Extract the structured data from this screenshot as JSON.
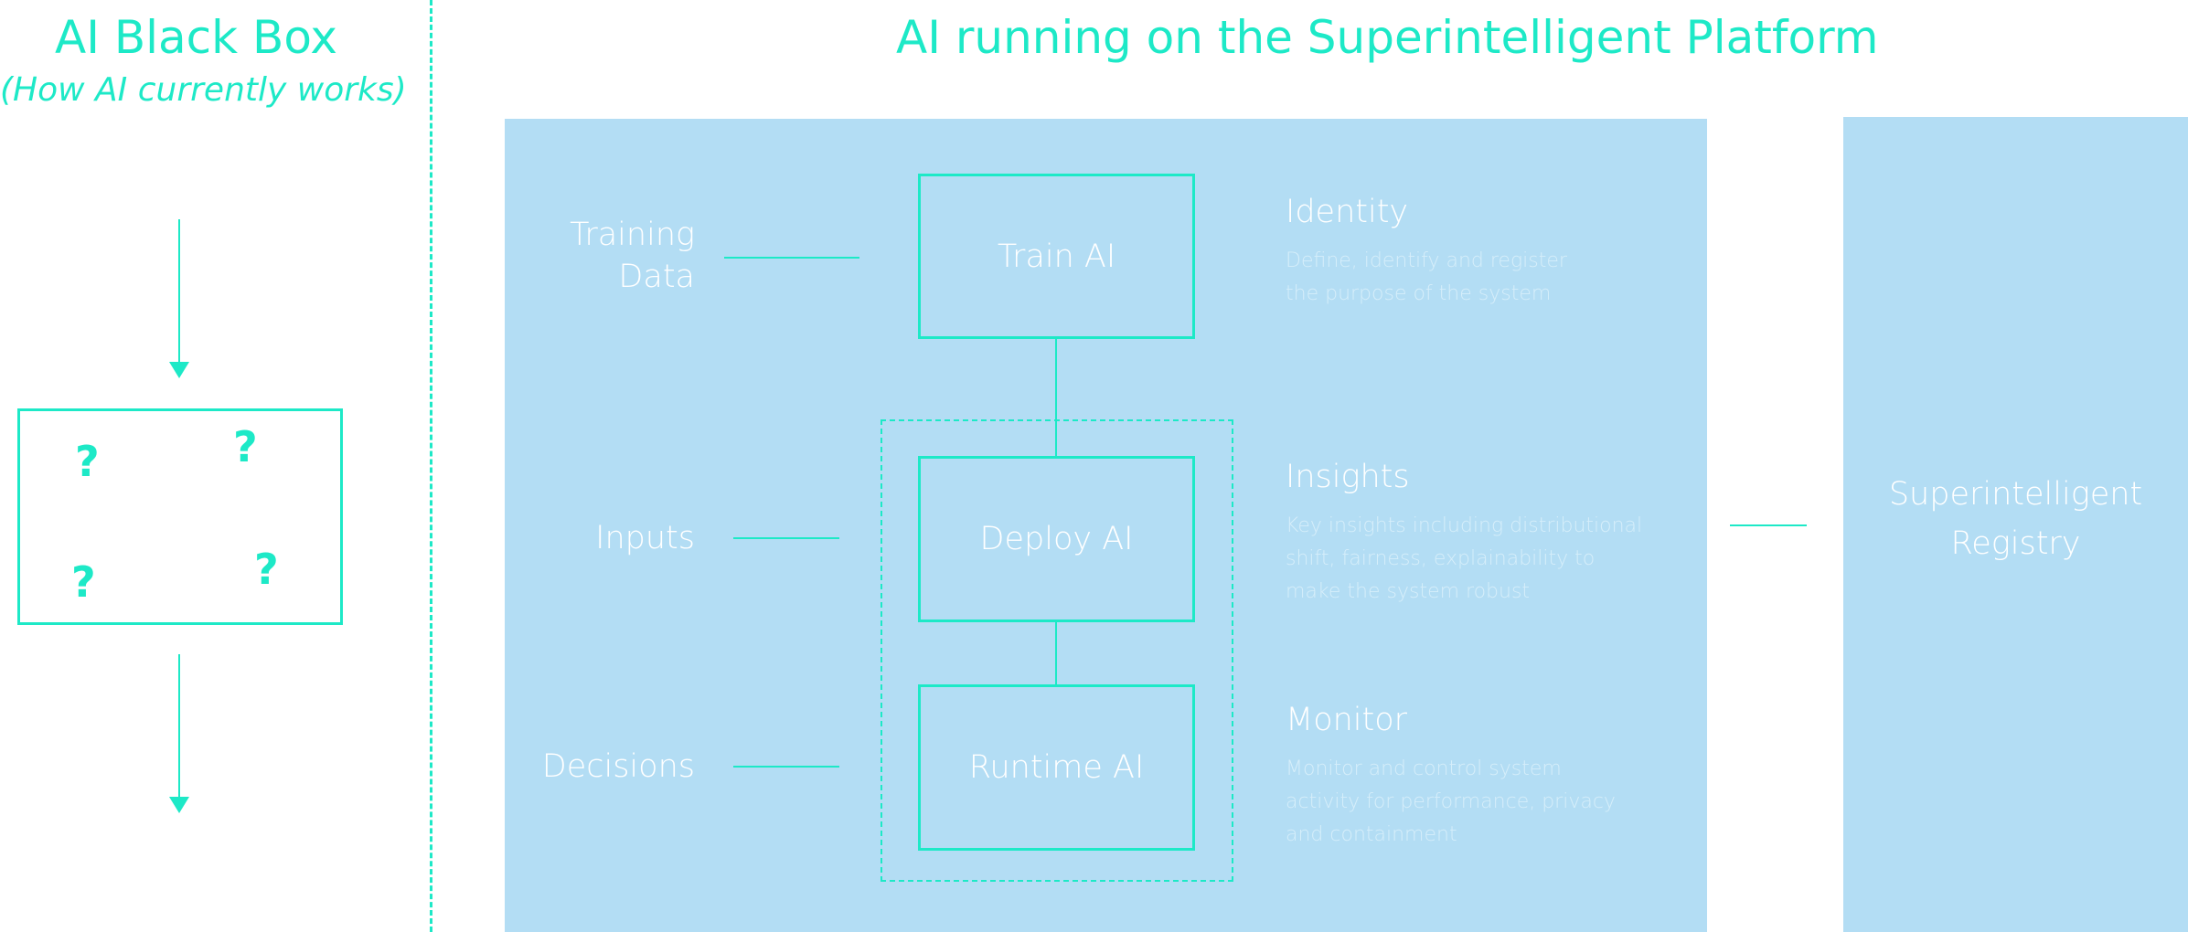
{
  "left": {
    "title": "AI Black Box",
    "subtitle": "(How AI currently works)",
    "box_marks": [
      "?",
      "?",
      "?",
      "?"
    ]
  },
  "right": {
    "title": "AI running on the Superintelligent Platform",
    "inputs": [
      {
        "label_line1": "Training",
        "label_line2": "Data"
      },
      {
        "label_line1": "Inputs"
      },
      {
        "label_line1": "Decisions"
      }
    ],
    "stages": [
      "Train AI",
      "Deploy AI",
      "Runtime AI"
    ],
    "descriptions": [
      {
        "title": "Identity",
        "lines": [
          "Define, identify and register",
          "the purpose of the system"
        ]
      },
      {
        "title": "Insights",
        "lines": [
          "Key insights including distributional",
          "shift, fairness, explainability to",
          "make the system robust"
        ]
      },
      {
        "title": "Monitor",
        "lines": [
          "Monitor and control system",
          "activity for performance, privacy",
          "and containment"
        ]
      }
    ],
    "registry": {
      "line1": "Superintelligent",
      "line2": "Registry"
    }
  },
  "colors": {
    "accent": "#1de9c7",
    "panel": "#b3ddf4",
    "text_light": "#ffffff"
  }
}
